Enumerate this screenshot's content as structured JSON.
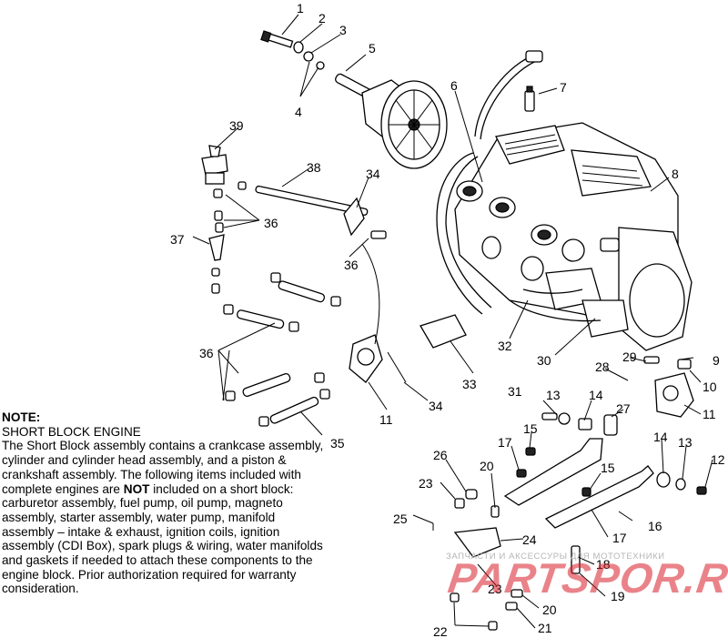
{
  "callouts": {
    "c1": "1",
    "c2": "2",
    "c3": "3",
    "c4": "4",
    "c5": "5",
    "c6": "6",
    "c7": "7",
    "c8": "8",
    "c9": "9",
    "c10": "10",
    "c11a": "11",
    "c11b": "11",
    "c12": "12",
    "c13a": "13",
    "c13b": "13",
    "c14a": "14",
    "c14b": "14",
    "c15a": "15",
    "c15b": "15",
    "c16": "16",
    "c17a": "17",
    "c17b": "17",
    "c18": "18",
    "c19": "19",
    "c20a": "20",
    "c20b": "20",
    "c21": "21",
    "c22": "22",
    "c23a": "23",
    "c23b": "23",
    "c24": "24",
    "c25": "25",
    "c26": "26",
    "c27": "27",
    "c28": "28",
    "c29": "29",
    "c30": "30",
    "c31": "31",
    "c32": "32",
    "c33": "33",
    "c34a": "34",
    "c34b": "34",
    "c35": "35",
    "c36a": "36",
    "c36b": "36",
    "c36c": "36",
    "c37": "37",
    "c38": "38",
    "c39": "39"
  },
  "note": {
    "title": "NOTE:",
    "subtitle": "SHORT BLOCK ENGINE",
    "body_part1": "The Short Block assembly contains a crankcase assembly, cylinder and cylinder head assembly, and a piston & crankshaft assembly.  The following items included with complete engines are ",
    "body_emphasis": "NOT",
    "body_part2": " included on a short block:  carburetor assembly, fuel pump, oil pump, magneto assembly, starter assembly, water pump, manifold assembly – intake & exhaust, ignition coils, ignition assembly (CDI Box), spark plugs & wiring, water manifolds and gaskets if needed to attach these components to the engine block.  Prior authorization required for warranty consideration."
  },
  "watermark": {
    "tagline": "ЗАПЧАСТИ И АКСЕССУРЫ ДЛЯ МОТОТЕХНИКИ",
    "brand": "PARTSPOR.RU"
  },
  "colors": {
    "line": "#000000",
    "watermark_red": "#d71e28",
    "watermark_gray": "#b5b5b5"
  }
}
